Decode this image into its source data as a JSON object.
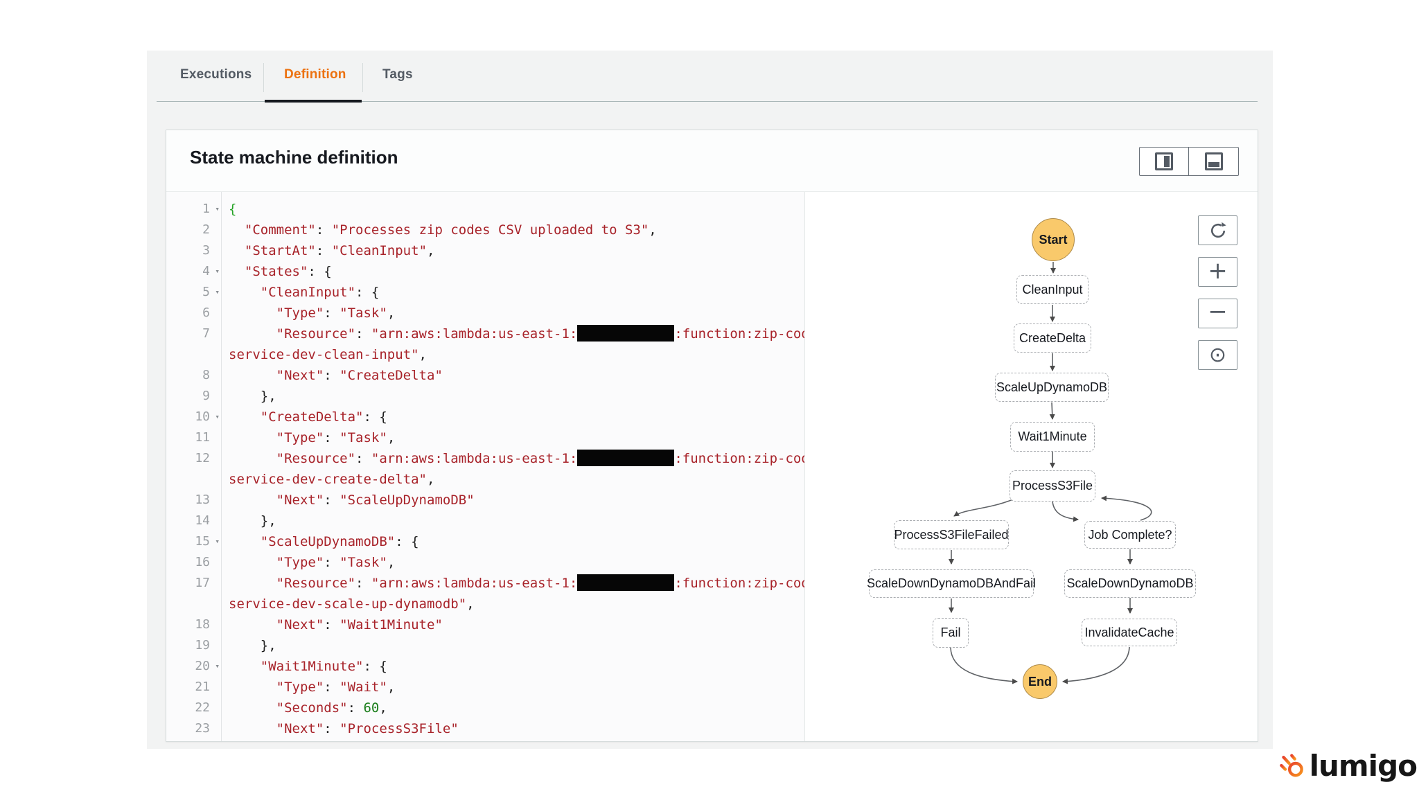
{
  "tabs": {
    "items": [
      {
        "label": "Executions",
        "active": false
      },
      {
        "label": "Definition",
        "active": true
      },
      {
        "label": "Tags",
        "active": false
      }
    ]
  },
  "panel": {
    "title": "State machine definition"
  },
  "view_toggle": {
    "buttons": [
      {
        "name": "split-vertical-layout"
      },
      {
        "name": "split-horizontal-layout"
      }
    ]
  },
  "editor": {
    "lines": [
      {
        "num": "1",
        "fold": true,
        "indent": 0,
        "tokens": [
          [
            "g",
            "{"
          ]
        ]
      },
      {
        "num": "2",
        "fold": false,
        "indent": 2,
        "tokens": [
          [
            "s",
            "\"Comment\""
          ],
          [
            "p",
            ": "
          ],
          [
            "s",
            "\"Processes zip codes CSV uploaded to S3\""
          ],
          [
            "p",
            ","
          ]
        ]
      },
      {
        "num": "3",
        "fold": false,
        "indent": 2,
        "tokens": [
          [
            "s",
            "\"StartAt\""
          ],
          [
            "p",
            ": "
          ],
          [
            "s",
            "\"CleanInput\""
          ],
          [
            "p",
            ","
          ]
        ]
      },
      {
        "num": "4",
        "fold": true,
        "indent": 2,
        "tokens": [
          [
            "s",
            "\"States\""
          ],
          [
            "p",
            ": {"
          ]
        ]
      },
      {
        "num": "5",
        "fold": true,
        "indent": 4,
        "tokens": [
          [
            "s",
            "\"CleanInput\""
          ],
          [
            "p",
            ": {"
          ]
        ]
      },
      {
        "num": "6",
        "fold": false,
        "indent": 6,
        "tokens": [
          [
            "s",
            "\"Type\""
          ],
          [
            "p",
            ": "
          ],
          [
            "s",
            "\"Task\""
          ],
          [
            "p",
            ","
          ]
        ]
      },
      {
        "num": "7",
        "fold": false,
        "indent": 6,
        "tokens": [
          [
            "s",
            "\"Resource\""
          ],
          [
            "p",
            ": "
          ],
          [
            "s",
            "\"arn:aws:lambda:us-east-1:"
          ],
          [
            "x",
            ""
          ],
          [
            "s",
            ":function:zip-codes-"
          ]
        ],
        "wrap": {
          "indent": 0,
          "tokens": [
            [
              "s",
              "service-dev-clean-input\""
            ],
            [
              "p",
              ","
            ]
          ]
        }
      },
      {
        "num": "8",
        "fold": false,
        "indent": 6,
        "tokens": [
          [
            "s",
            "\"Next\""
          ],
          [
            "p",
            ": "
          ],
          [
            "s",
            "\"CreateDelta\""
          ]
        ]
      },
      {
        "num": "9",
        "fold": false,
        "indent": 4,
        "tokens": [
          [
            "p",
            "},"
          ]
        ]
      },
      {
        "num": "10",
        "fold": true,
        "indent": 4,
        "tokens": [
          [
            "s",
            "\"CreateDelta\""
          ],
          [
            "p",
            ": {"
          ]
        ]
      },
      {
        "num": "11",
        "fold": false,
        "indent": 6,
        "tokens": [
          [
            "s",
            "\"Type\""
          ],
          [
            "p",
            ": "
          ],
          [
            "s",
            "\"Task\""
          ],
          [
            "p",
            ","
          ]
        ]
      },
      {
        "num": "12",
        "fold": false,
        "indent": 6,
        "tokens": [
          [
            "s",
            "\"Resource\""
          ],
          [
            "p",
            ": "
          ],
          [
            "s",
            "\"arn:aws:lambda:us-east-1:"
          ],
          [
            "x",
            ""
          ],
          [
            "s",
            ":function:zip-codes-"
          ]
        ],
        "wrap": {
          "indent": 0,
          "tokens": [
            [
              "s",
              "service-dev-create-delta\""
            ],
            [
              "p",
              ","
            ]
          ]
        }
      },
      {
        "num": "13",
        "fold": false,
        "indent": 6,
        "tokens": [
          [
            "s",
            "\"Next\""
          ],
          [
            "p",
            ": "
          ],
          [
            "s",
            "\"ScaleUpDynamoDB\""
          ]
        ]
      },
      {
        "num": "14",
        "fold": false,
        "indent": 4,
        "tokens": [
          [
            "p",
            "},"
          ]
        ]
      },
      {
        "num": "15",
        "fold": true,
        "indent": 4,
        "tokens": [
          [
            "s",
            "\"ScaleUpDynamoDB\""
          ],
          [
            "p",
            ": {"
          ]
        ]
      },
      {
        "num": "16",
        "fold": false,
        "indent": 6,
        "tokens": [
          [
            "s",
            "\"Type\""
          ],
          [
            "p",
            ": "
          ],
          [
            "s",
            "\"Task\""
          ],
          [
            "p",
            ","
          ]
        ]
      },
      {
        "num": "17",
        "fold": false,
        "indent": 6,
        "tokens": [
          [
            "s",
            "\"Resource\""
          ],
          [
            "p",
            ": "
          ],
          [
            "s",
            "\"arn:aws:lambda:us-east-1:"
          ],
          [
            "x",
            ""
          ],
          [
            "s",
            ":function:zip-codes-"
          ]
        ],
        "wrap": {
          "indent": 0,
          "tokens": [
            [
              "s",
              "service-dev-scale-up-dynamodb\""
            ],
            [
              "p",
              ","
            ]
          ]
        }
      },
      {
        "num": "18",
        "fold": false,
        "indent": 6,
        "tokens": [
          [
            "s",
            "\"Next\""
          ],
          [
            "p",
            ": "
          ],
          [
            "s",
            "\"Wait1Minute\""
          ]
        ]
      },
      {
        "num": "19",
        "fold": false,
        "indent": 4,
        "tokens": [
          [
            "p",
            "},"
          ]
        ]
      },
      {
        "num": "20",
        "fold": true,
        "indent": 4,
        "tokens": [
          [
            "s",
            "\"Wait1Minute\""
          ],
          [
            "p",
            ": {"
          ]
        ]
      },
      {
        "num": "21",
        "fold": false,
        "indent": 6,
        "tokens": [
          [
            "s",
            "\"Type\""
          ],
          [
            "p",
            ": "
          ],
          [
            "s",
            "\"Wait\""
          ],
          [
            "p",
            ","
          ]
        ]
      },
      {
        "num": "22",
        "fold": false,
        "indent": 6,
        "tokens": [
          [
            "s",
            "\"Seconds\""
          ],
          [
            "p",
            ": "
          ],
          [
            "n",
            "60"
          ],
          [
            "p",
            ","
          ]
        ]
      },
      {
        "num": "23",
        "fold": false,
        "indent": 6,
        "tokens": [
          [
            "s",
            "\"Next\""
          ],
          [
            "p",
            ": "
          ],
          [
            "s",
            "\"ProcessS3File\""
          ]
        ]
      }
    ]
  },
  "diagram": {
    "nodes": [
      {
        "id": "start",
        "label": "Start",
        "shape": "circle"
      },
      {
        "id": "CleanInput",
        "label": "CleanInput",
        "shape": "box"
      },
      {
        "id": "CreateDelta",
        "label": "CreateDelta",
        "shape": "box"
      },
      {
        "id": "ScaleUpDynamoDB",
        "label": "ScaleUpDynamoDB",
        "shape": "box"
      },
      {
        "id": "Wait1Minute",
        "label": "Wait1Minute",
        "shape": "box"
      },
      {
        "id": "ProcessS3File",
        "label": "ProcessS3File",
        "shape": "box"
      },
      {
        "id": "ProcessS3FileFailed",
        "label": "ProcessS3FileFailed",
        "shape": "box"
      },
      {
        "id": "JobComplete",
        "label": "Job Complete?",
        "shape": "box"
      },
      {
        "id": "ScaleDownDynamoDBAndFail",
        "label": "ScaleDownDynamoDBAndFail",
        "shape": "box"
      },
      {
        "id": "ScaleDownDynamoDB",
        "label": "ScaleDownDynamoDB",
        "shape": "box"
      },
      {
        "id": "Fail",
        "label": "Fail",
        "shape": "box"
      },
      {
        "id": "InvalidateCache",
        "label": "InvalidateCache",
        "shape": "box"
      },
      {
        "id": "end",
        "label": "End",
        "shape": "circle"
      }
    ],
    "controls": [
      {
        "name": "refresh",
        "glyph": "refresh-svg"
      },
      {
        "name": "zoom-in",
        "glyph": "+"
      },
      {
        "name": "zoom-out",
        "glyph": "−"
      },
      {
        "name": "center-view",
        "glyph": "⊙"
      }
    ]
  },
  "logo": {
    "text": "lumigo"
  },
  "colors": {
    "accent_orange": "#ec7211",
    "code_string": "#a8232a",
    "code_number": "#1b7e1b",
    "node_terminal_fill": "#f9c96b",
    "logo_red": "#e8432d",
    "logo_orange": "#f7941d"
  }
}
